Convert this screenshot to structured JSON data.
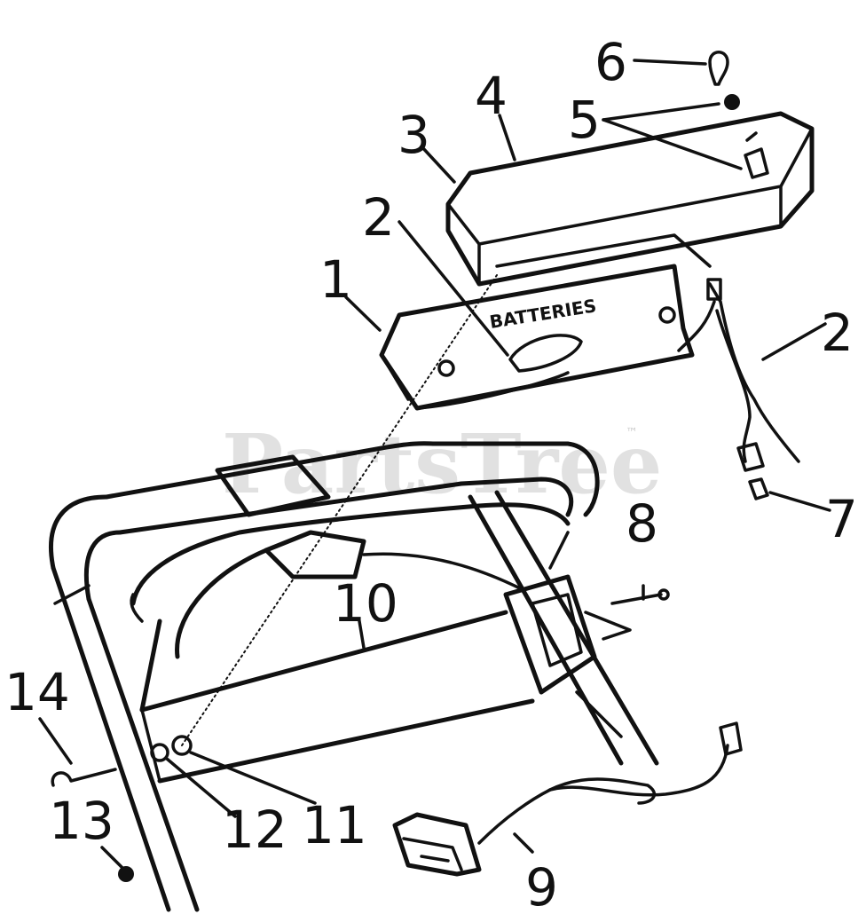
{
  "watermark": {
    "text": "PartsTree",
    "trademark": "™"
  },
  "labels": {
    "battery_box": "BATTERIES",
    "plus": "+",
    "minus": "−"
  },
  "callouts": {
    "c1": "1",
    "c2a": "2",
    "c2b": "2",
    "c3": "3",
    "c4": "4",
    "c5": "5",
    "c6": "6",
    "c7": "7",
    "c8": "8",
    "c9": "9",
    "c10": "10",
    "c11": "11",
    "c12": "12",
    "c13": "13",
    "c14": "14"
  }
}
